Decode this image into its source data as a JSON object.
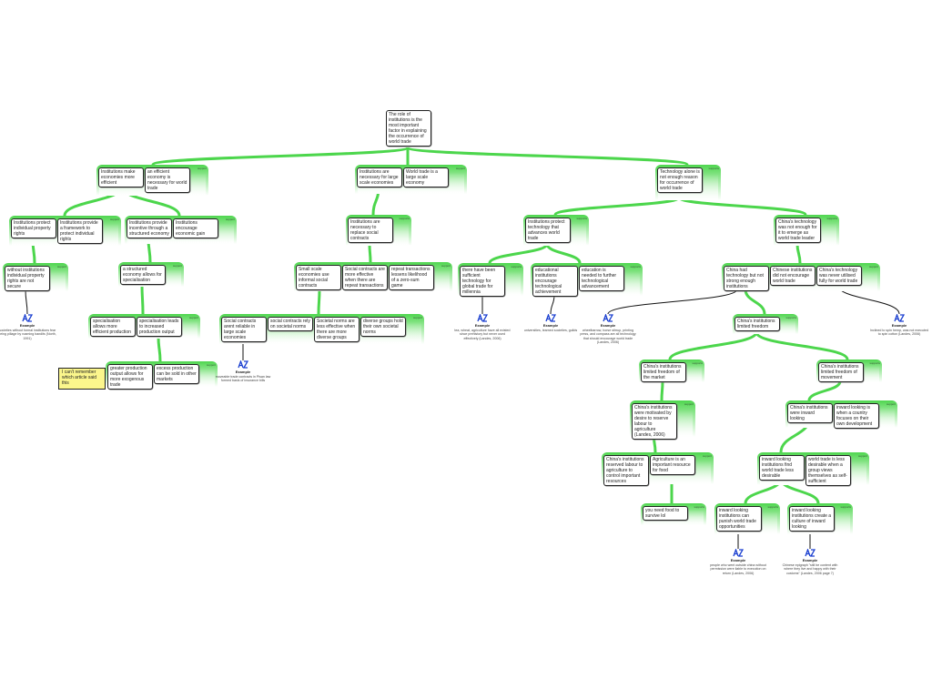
{
  "root": "The role of institutions is the most important factor in explaining the occurrence of world trade",
  "groups": [
    {
      "label": "support",
      "boxes": [
        "Institutions make economies more efficient",
        "an efficient economy is necessary for world trade"
      ]
    },
    {
      "label": "support",
      "boxes": [
        "Institutions are necessary for large scale economies",
        "World trade is a large scale economy"
      ]
    },
    {
      "label": "supports",
      "boxes": [
        "Technology alone is not enough reason for occurrence of world trade"
      ]
    },
    {
      "label": "support",
      "boxes": [
        "Institutions protect individual property rights",
        "Institutions provide a framework to protect individual rights"
      ]
    },
    {
      "label": "support",
      "boxes": [
        "Institutions provide incentive through a structured economy",
        "Institutions encourage economic gain"
      ]
    },
    {
      "label": "supports",
      "boxes": [
        "Institutions are necessary to replace social contracts"
      ]
    },
    {
      "label": "supports",
      "boxes": [
        "Institutions protect technology that advances world trade"
      ]
    },
    {
      "label": "supports",
      "boxes": [
        "China's technology was not enough for it to emerge as world trade leader"
      ]
    },
    {
      "label": "support",
      "boxes": [
        "without institutions individual property rights are not secure"
      ]
    },
    {
      "label": "support",
      "boxes": [
        "a structured economy allows for specialisation"
      ]
    },
    {
      "label": "support",
      "boxes": [
        "Small scale economies use informal social contracts",
        "Social contracts are more effective when there are repeat transactions",
        "repeat transactions lessens likelihood of a zero-sum game"
      ]
    },
    {
      "label": "supports",
      "boxes": [
        "there have been sufficient technology for global trade for millennia"
      ]
    },
    {
      "label": "supports",
      "boxes": [
        "educational institutions encourage technological achievement",
        "education is needed to further technological advancement"
      ]
    },
    {
      "label": "support",
      "boxes": [
        "China had technology but not strong enough institutions",
        "Chinese institutions did not encourage world trade",
        "China's technology was never utilised fully for world trade"
      ]
    },
    {
      "label": "support",
      "boxes": [
        "specialisation allows more efficient production",
        "specialisation leads to increased production output"
      ]
    },
    {
      "label": "support",
      "boxes": [
        "Social contracts arent reliable in large scale economies",
        "social contracts rely on societal norms",
        "Societal norms are less effective when there are more diverse groups",
        "diverse groups hold their own societal norms"
      ]
    },
    {
      "label": "supports",
      "boxes": [
        "China's institutions limited freedom"
      ]
    },
    {
      "label": "support",
      "boxes": [
        "greater production output allows for more exogenous trade",
        "excess production can be sold in other markets"
      ]
    },
    {
      "label": "supports",
      "boxes": [
        "China's institutions limited freedom of the market"
      ]
    },
    {
      "label": "supports",
      "boxes": [
        "China's institutions limited freedom of movement"
      ]
    },
    {
      "label": "support",
      "boxes": [
        "China's institutions were motivated by desire to reserve labour to agriculture (Landes, 2006)"
      ]
    },
    {
      "label": "support",
      "boxes": [
        "China's institutions were inward looking",
        "inward looking is when a country focuses on their own development"
      ]
    },
    {
      "label": "support",
      "boxes": [
        "China's institutions reserved labour to agriculture to control important resources",
        "Agriculture is an important resource for food"
      ]
    },
    {
      "label": "support",
      "boxes": [
        "inward looking institutions find world trade less desirable",
        "world trade is less desirable when a group views themselves as self-sufficient"
      ]
    },
    {
      "label": "supports",
      "boxes": [
        "you need food to survive lol"
      ]
    },
    {
      "label": "supports",
      "boxes": [
        "inward looking institutions can punish world trade opportunities"
      ]
    },
    {
      "label": "supports",
      "boxes": [
        "inward looking institutions create a culture of inward looking"
      ]
    }
  ],
  "examples": [
    {
      "title": "Example",
      "text": "societies without formal institutions fear being pillage by roaming bandits (North, 1991)"
    },
    {
      "title": "Example",
      "text": "moveable trade contracts in Pisan law formed basis of insurance bills"
    },
    {
      "title": "Example",
      "text": "tea, wheat, agriculture have all existed since prehistory but never used effectively (Landes, 2006)"
    },
    {
      "title": "Example",
      "text": "universities, learned societies, guilds"
    },
    {
      "title": "Example",
      "text": "wheelbarrow, horse stirrup, printing press, and compass are all technology that should encourage world trade (Landes, 2006)"
    },
    {
      "title": "Example",
      "text": "Inclined to spin hemp, was not executed to spin cotton (Landes, 2006)"
    },
    {
      "title": "Example",
      "text": "people who went outside china without permission were liable to execution on return (Landes, 2006)"
    },
    {
      "title": "Example",
      "text": "Chinese epigraph \"still be content with where they live and happy with their customs\" (Landes, 2006 page 7)"
    }
  ],
  "note": "I can't remember which article said this",
  "colors": {
    "connector": "#4cd64c",
    "border": "#222222",
    "note": "#fbf68c",
    "icon": "#1a3fd0"
  }
}
